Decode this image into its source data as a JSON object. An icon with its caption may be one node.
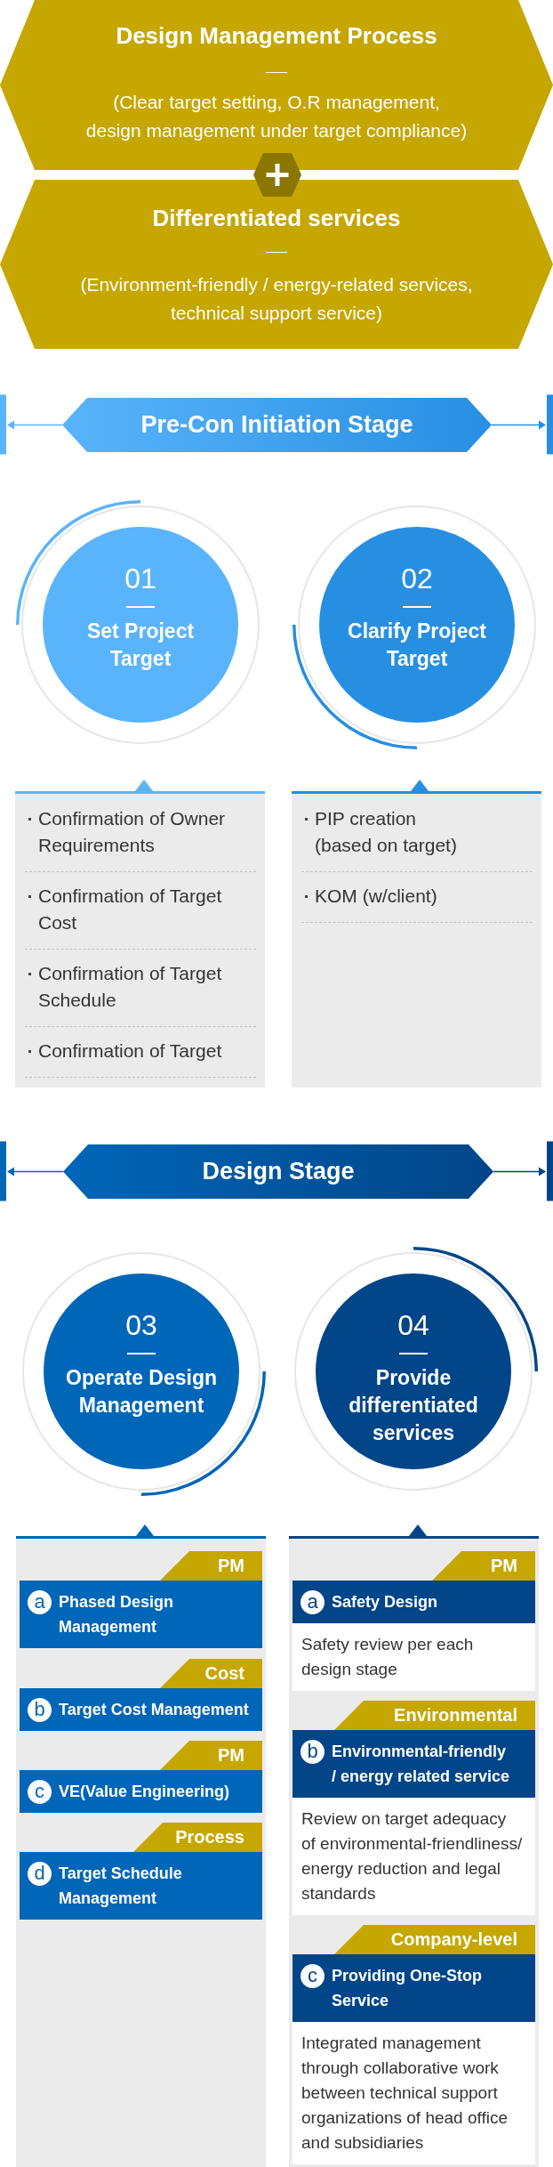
{
  "diagram": {
    "nodes": [
      {
        "text": [
          "Design Management Process",
          "(Clear target setting, O.R management, design management under target compliance)"
        ]
      },
      {
        "text": [
          "Differentiated services",
          "(Environment-friendly / energy-related services, technical support service)"
        ]
      },
      {
        "text": [
          "Pre-Con Initiation Stage"
        ]
      },
      {
        "text": [
          "01",
          "Set Project Target"
        ]
      },
      {
        "text": [
          "02",
          "Clarify Project Target"
        ]
      },
      {
        "text": [
          "Confirmation of Owner Requirements",
          "Confirmation of Target Cost",
          "Confirmation of Target Schedule",
          "Confirmation of Target"
        ]
      },
      {
        "text": [
          "PIP creation (based on target)",
          "KOM (w/client)"
        ]
      },
      {
        "text": [
          "Design Stage"
        ]
      },
      {
        "text": [
          "03",
          "Operate Design Management"
        ]
      },
      {
        "text": [
          "04",
          "Provide differentiated services"
        ]
      },
      {
        "text": [],
        "shape": "box"
      },
      {
        "text": [
          "PM"
        ],
        "in": 10
      },
      {
        "text": [
          "Phased Design Management"
        ],
        "in": 10
      },
      {
        "text": [
          "a"
        ],
        "in": 12
      },
      {
        "text": [
          "Cost"
        ],
        "in": 10
      },
      {
        "text": [
          "Target Cost Management"
        ],
        "in": 10
      },
      {
        "text": [
          "b"
        ],
        "in": 15
      },
      {
        "text": [
          "PM"
        ],
        "in": 10
      },
      {
        "text": [
          "VE(Value Engineering)"
        ],
        "in": 10
      },
      {
        "text": [
          "c"
        ],
        "in": 18
      },
      {
        "text": [
          "Process"
        ],
        "in": 10
      },
      {
        "text": [
          "Target Schedule Management"
        ],
        "in": 10
      },
      {
        "text": [
          "d"
        ],
        "in": 21
      },
      {
        "text": [],
        "shape": "box"
      },
      {
        "text": [
          "PM"
        ],
        "in": 23
      },
      {
        "text": [
          "Safety Design"
        ],
        "in": 23
      },
      {
        "text": [
          "a"
        ],
        "in": 25
      },
      {
        "text": [
          "Safety review per each design stage"
        ],
        "in": 23
      },
      {
        "text": [
          "Environmental"
        ],
        "in": 23
      },
      {
        "text": [
          "Environmental-friendly / energy related service"
        ],
        "in": 23
      },
      {
        "text": [
          "b"
        ],
        "in": 29
      },
      {
        "text": [
          "Review on target adequacy of environmental-friendliness/ energy reduction and legal standards"
        ],
        "in": 23
      },
      {
        "text": [
          "Company-level"
        ],
        "in": 23
      },
      {
        "text": [
          "Providing One-Stop Service"
        ],
        "in": 23
      },
      {
        "text": [
          "c"
        ],
        "in": 33
      },
      {
        "text": [
          "Integrated management through collaborative work between technical support organizations of head office and subsidiaries"
        ],
        "in": 23
      }
    ]
  }
}
